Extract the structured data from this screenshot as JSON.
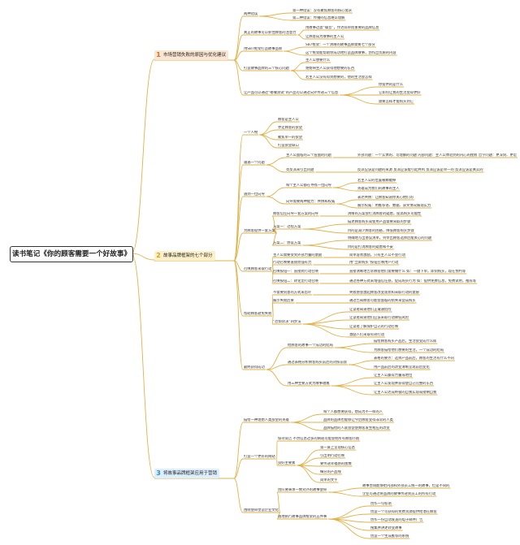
{
  "root": "读书笔记《你的顾客需要一个好故事》",
  "branches": [
    {
      "number": "1",
      "title": "市场营销失败的原因与优化建议",
      "children": [
        {
          "label": "两种错误",
          "children": [
            {
              "label": "第一种错误：没有聚焦顾客的核心需求"
            },
            {
              "label": "第二种错误：传播的信息难以理解"
            }
          ]
        },
        {
          "label": "真正的故事可以抓住顾客的注意力",
          "children": [
            {
              "label": "用故事过滤“噪音”，传达简单而重要的品牌信息"
            },
            {
              "label": "让顾客成为故事的主人公"
            }
          ]
        },
        {
          "label": "用SB7框架打造故事品牌",
          "children": [
            {
              "label": "SB7框架：一个清晰的故事品牌需要七个部分"
            },
            {
              "label": "这个框架能帮助你成功地打造品牌故事，创作出优质的内容"
            }
          ]
        },
        {
          "label": "打造故事品牌的三个核心问题",
          "children": [
            {
              "label": "主人公想要什么"
            },
            {
              "label": "谁妨碍主人公获得他想要的东西"
            },
            {
              "label": "若主人公没有得到想要的，他的生活会怎样"
            }
          ]
        },
        {
          "label": "让产品可以通过“嘟囔测试”的产品可以通过向外传递三个信息",
          "children": [
            {
              "label": "你提供的是什么"
            },
            {
              "label": "它如何让我的生活变得更好"
            },
            {
              "label": "需要怎样才能购买到它"
            }
          ]
        }
      ]
    },
    {
      "number": "2",
      "title": "故事品牌框架的七个部分",
      "children": [
        {
          "label": "一个人物",
          "children": [
            {
              "label": "顾客是主人公"
            },
            {
              "label": "界定顾客的欲望"
            },
            {
              "label": "聚焦单一的欲望"
            },
            {
              "label": "打造欲望缺口"
            }
          ]
        },
        {
          "label": "遭遇一个问题",
          "children": [
            {
              "label": "主人公面临的三个层面的问题",
              "children": [
                {
                  "label": "外部问题：一个实体的、可理解的问题 内部问题：主人公体验到的内心的挫败 哲学问题：更深刻、更宏大的问题"
                }
              ]
            },
            {
              "label": "亮反派来引出问题",
              "children": [
                {
                  "label": "反派应该是问题的来源 反派应该能引起共鸣 反派应该是单一的 反派应该是真实的"
                }
              ]
            }
          ]
        },
        {
          "label": "遇到一位向导",
          "children": [
            {
              "label": "每个主人公都在寻找一位向导",
              "children": [
                {
                  "label": "若主人公的位置被颠覆掉"
                },
                {
                  "label": "英雄成为我们的故事的主人"
                }
              ]
            },
            {
              "label": "向导需要两种能力：共情和权威",
              "children": [
                {
                  "label": "表达共情：让顾客知道你关心他们的"
                },
                {
                  "label": "展示权威：用推荐语、数据、获奖情况展现实力"
                }
              ]
            }
          ]
        },
        {
          "label": "为顾客提供一套方案",
          "children": [
            {
              "label": "顾客信任向导一套方案的向导",
              "children": [
                {
                  "label": "清晰的方案会打消顾客的疑虑，提高购买可能性"
                }
              ]
            },
            {
              "label": "方案一：过程方案",
              "children": [
                {
                  "label": "描述顾客购买或使用产品需要采取的步骤"
                },
                {
                  "label": "目的是减少顾客的困惑，降低顾客购买步骤"
                }
              ]
            },
            {
              "label": "方案二：协议方案",
              "children": [
                {
                  "label": "明确地写出协议清单，列举出顾客选择后能关心的问题"
                },
                {
                  "label": "目的是打消顾客的疑虑和不安"
                }
              ]
            }
          ]
        },
        {
          "label": "召唤顾客采取行动",
          "children": [
            {
              "label": "主人公需要受到外部力量的激励",
              "children": [
                {
                  "label": "简单容易激励，只有主人公不会行动"
                }
              ]
            },
            {
              "label": "行动召唤要直接而强有力",
              "children": [
                {
                  "label": "用“立即购买”按钮召唤用户行动"
                }
              ]
            },
            {
              "label": "召唤按钮一：直接式行动召唤",
              "children": [
                {
                  "label": "直接清晰地告诉顾客他们需要做什么 如：一键下单，即刻购买，现在预约等"
                }
              ]
            },
            {
              "label": "召唤按钮二：转化型行动召唤",
              "children": [
                {
                  "label": "通过各种方式来增强信任感，促成购买行为 如：提供免费信息，免费试用，推荐等"
                }
              ]
            }
          ]
        },
        {
          "label": "帮助顾客避免失败",
          "children": [
            {
              "label": "不需要刻意的方式来恐吓",
              "children": [
                {
                  "label": "失败感会激起顾客改变现状和采取行动的意愿"
                }
              ]
            },
            {
              "label": "展示失败后果",
              "children": [
                {
                  "label": "通过告知顾客可能会面临的损失来促成购买"
                }
              ]
            },
            {
              "label": "“恐惧诉求”四步法",
              "children": [
                {
                  "label": "让读者知道他们正遭遇危险"
                },
                {
                  "label": "让读者知道他们应该采取行动降低风险"
                },
                {
                  "label": "让读者了解保护自己的行动召唤"
                },
                {
                  "label": "激励人们采取有效行动"
                }
              ]
            }
          ]
        },
        {
          "label": "最终获得成功",
          "children": [
            {
              "label": "给顾客的故事一个成功的结局",
              "children": [
                {
                  "label": "描绘顾客购买产品后，生活会变成什么样"
                },
                {
                  "label": "为顾客描绘他们想要的生活，一个成功的结局"
                }
              ]
            },
            {
              "label": "通过表格分析顾客购买前后的对照前景",
              "children": [
                {
                  "label": "表格的要点：选择产品前后，顾客的生活有什么不同"
                },
                {
                  "label": "用产品前后的改变清晰呈现前后变化"
                }
              ]
            },
            {
              "label": "用三种主要方式为故事收尾",
              "children": [
                {
                  "label": "让主人公赢得力量或地位"
                },
                {
                  "label": "让主人公发现并获得使自己完整的东西"
                },
                {
                  "label": "让主人公达成终极的自我实现或接纳自我"
                }
              ]
            }
          ]
        }
      ]
    },
    {
      "number": "3",
      "title": "将故事品牌框架应用于营销",
      "children": [
        {
          "label": "描绘一种理想人类欲望的英雄",
          "children": [
            {
              "label": "每个人都想要获得，想成为不一样的人"
            },
            {
              "label": "品牌的品牌也能够让今后顾客变得非常的人类"
            },
            {
              "label": "品牌描绘的人就会促使顾客发生相应的改变"
            }
          ]
        },
        {
          "label": "打造一个更好的网站",
          "children": [
            {
              "label": "保持简洁 不然信息过多的网站可能会把所有顾客吓跑"
            },
            {
              "label": "良好主要素",
              "children": [
                {
                  "label": "第一屏上呈现核心信息"
                },
                {
                  "label": "引出明行动召唤"
                },
                {
                  "label": "要传递幸福感的图像"
                },
                {
                  "label": "细分的产品线"
                },
                {
                  "label": "简单的文字"
                }
              ]
            }
          ]
        },
        {
          "label": "围绕使命塑造企业文化",
          "children": [
            {
              "label": "团队要秉承一致对外的故事使命",
              "children": [
                {
                  "label": "故事营销能够给内部和外部员工统一的故事，但是不同的"
                },
                {
                  "label": "企业可通过将品牌的故事传递到员工的所有行动"
                }
              ]
            },
            {
              "label": "落地执行故事品牌框架的五件事",
              "children": [
                {
                  "label": "创作一句标语"
                },
                {
                  "label": "创造一个可获得的免费资源提供给潜在顾客"
                },
                {
                  "label": "创作一份自动发送的电子邮件广告"
                },
                {
                  "label": "搜集并讲述转变故事"
                },
                {
                  "label": "创造一个生成推荐的系统"
                }
              ]
            }
          ]
        }
      ]
    }
  ]
}
